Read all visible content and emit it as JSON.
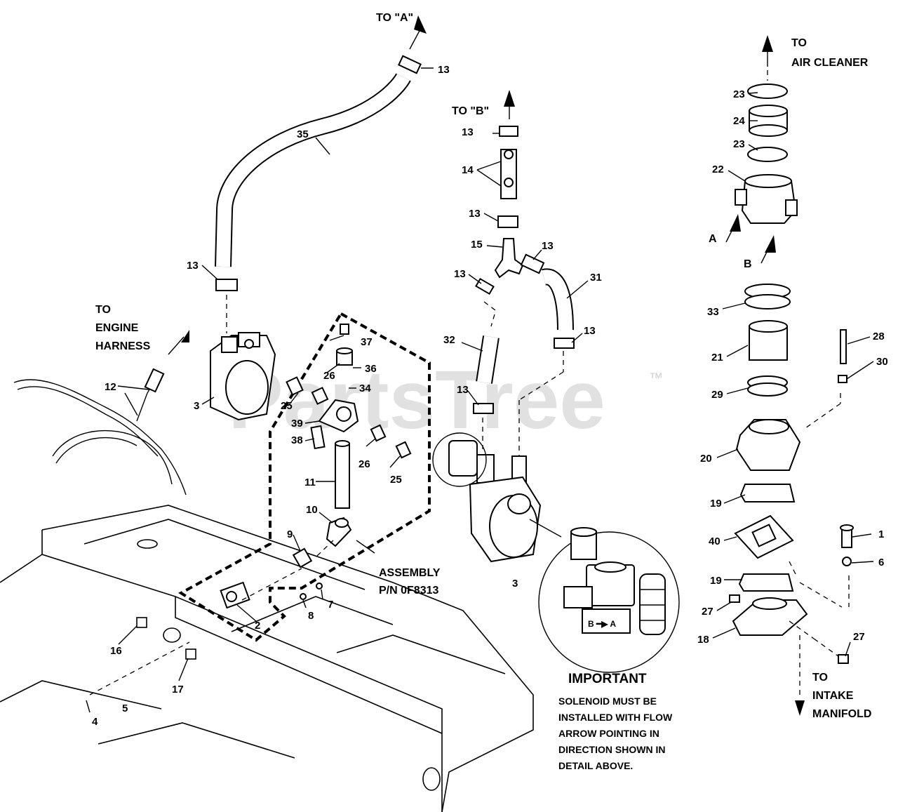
{
  "watermark": "PartsTree",
  "trademark": "™",
  "callouts": {
    "to_a": "TO \"A\"",
    "to_b": "TO \"B\"",
    "to_air_cleaner_1": "TO",
    "to_air_cleaner_2": "AIR CLEANER",
    "to_engine_1": "TO",
    "to_engine_2": "ENGINE",
    "to_engine_3": "HARNESS",
    "to_intake_1": "TO",
    "to_intake_2": "INTAKE",
    "to_intake_3": "MANIFOLD",
    "assembly_1": "ASSEMBLY",
    "assembly_2": "P/N 0F8313",
    "letter_a": "A",
    "letter_b": "B"
  },
  "important": {
    "title": "IMPORTANT",
    "lines": [
      "SOLENOID MUST BE",
      "INSTALLED WITH FLOW",
      "ARROW POINTING IN",
      "DIRECTION SHOWN IN",
      "DETAIL ABOVE."
    ]
  },
  "part_numbers": {
    "p13a": "13",
    "p35": "35",
    "p13b": "13",
    "p12": "12",
    "p3a": "3",
    "p37": "37",
    "p26a": "26",
    "p36": "36",
    "p34": "34",
    "p25a": "25",
    "p39": "39",
    "p38": "38",
    "p26b": "26",
    "p25b": "25",
    "p11": "11",
    "p10": "10",
    "p9": "9",
    "p2": "2",
    "p8": "8",
    "p7": "7",
    "p16": "16",
    "p17": "17",
    "p4": "4",
    "p5": "5",
    "p13c": "13",
    "p14": "14",
    "p13d": "13",
    "p15": "15",
    "p13e": "13",
    "p13f": "13",
    "p31": "31",
    "p32": "32",
    "p13g": "13",
    "p13h": "13",
    "p3b": "3",
    "p23a": "23",
    "p24": "24",
    "p23b": "23",
    "p22": "22",
    "p33": "33",
    "p21": "21",
    "p28": "28",
    "p30": "30",
    "p29": "29",
    "p20": "20",
    "p19a": "19",
    "p40": "40",
    "p1": "1",
    "p6": "6",
    "p19b": "19",
    "p27a": "27",
    "p18": "18",
    "p27b": "27"
  }
}
